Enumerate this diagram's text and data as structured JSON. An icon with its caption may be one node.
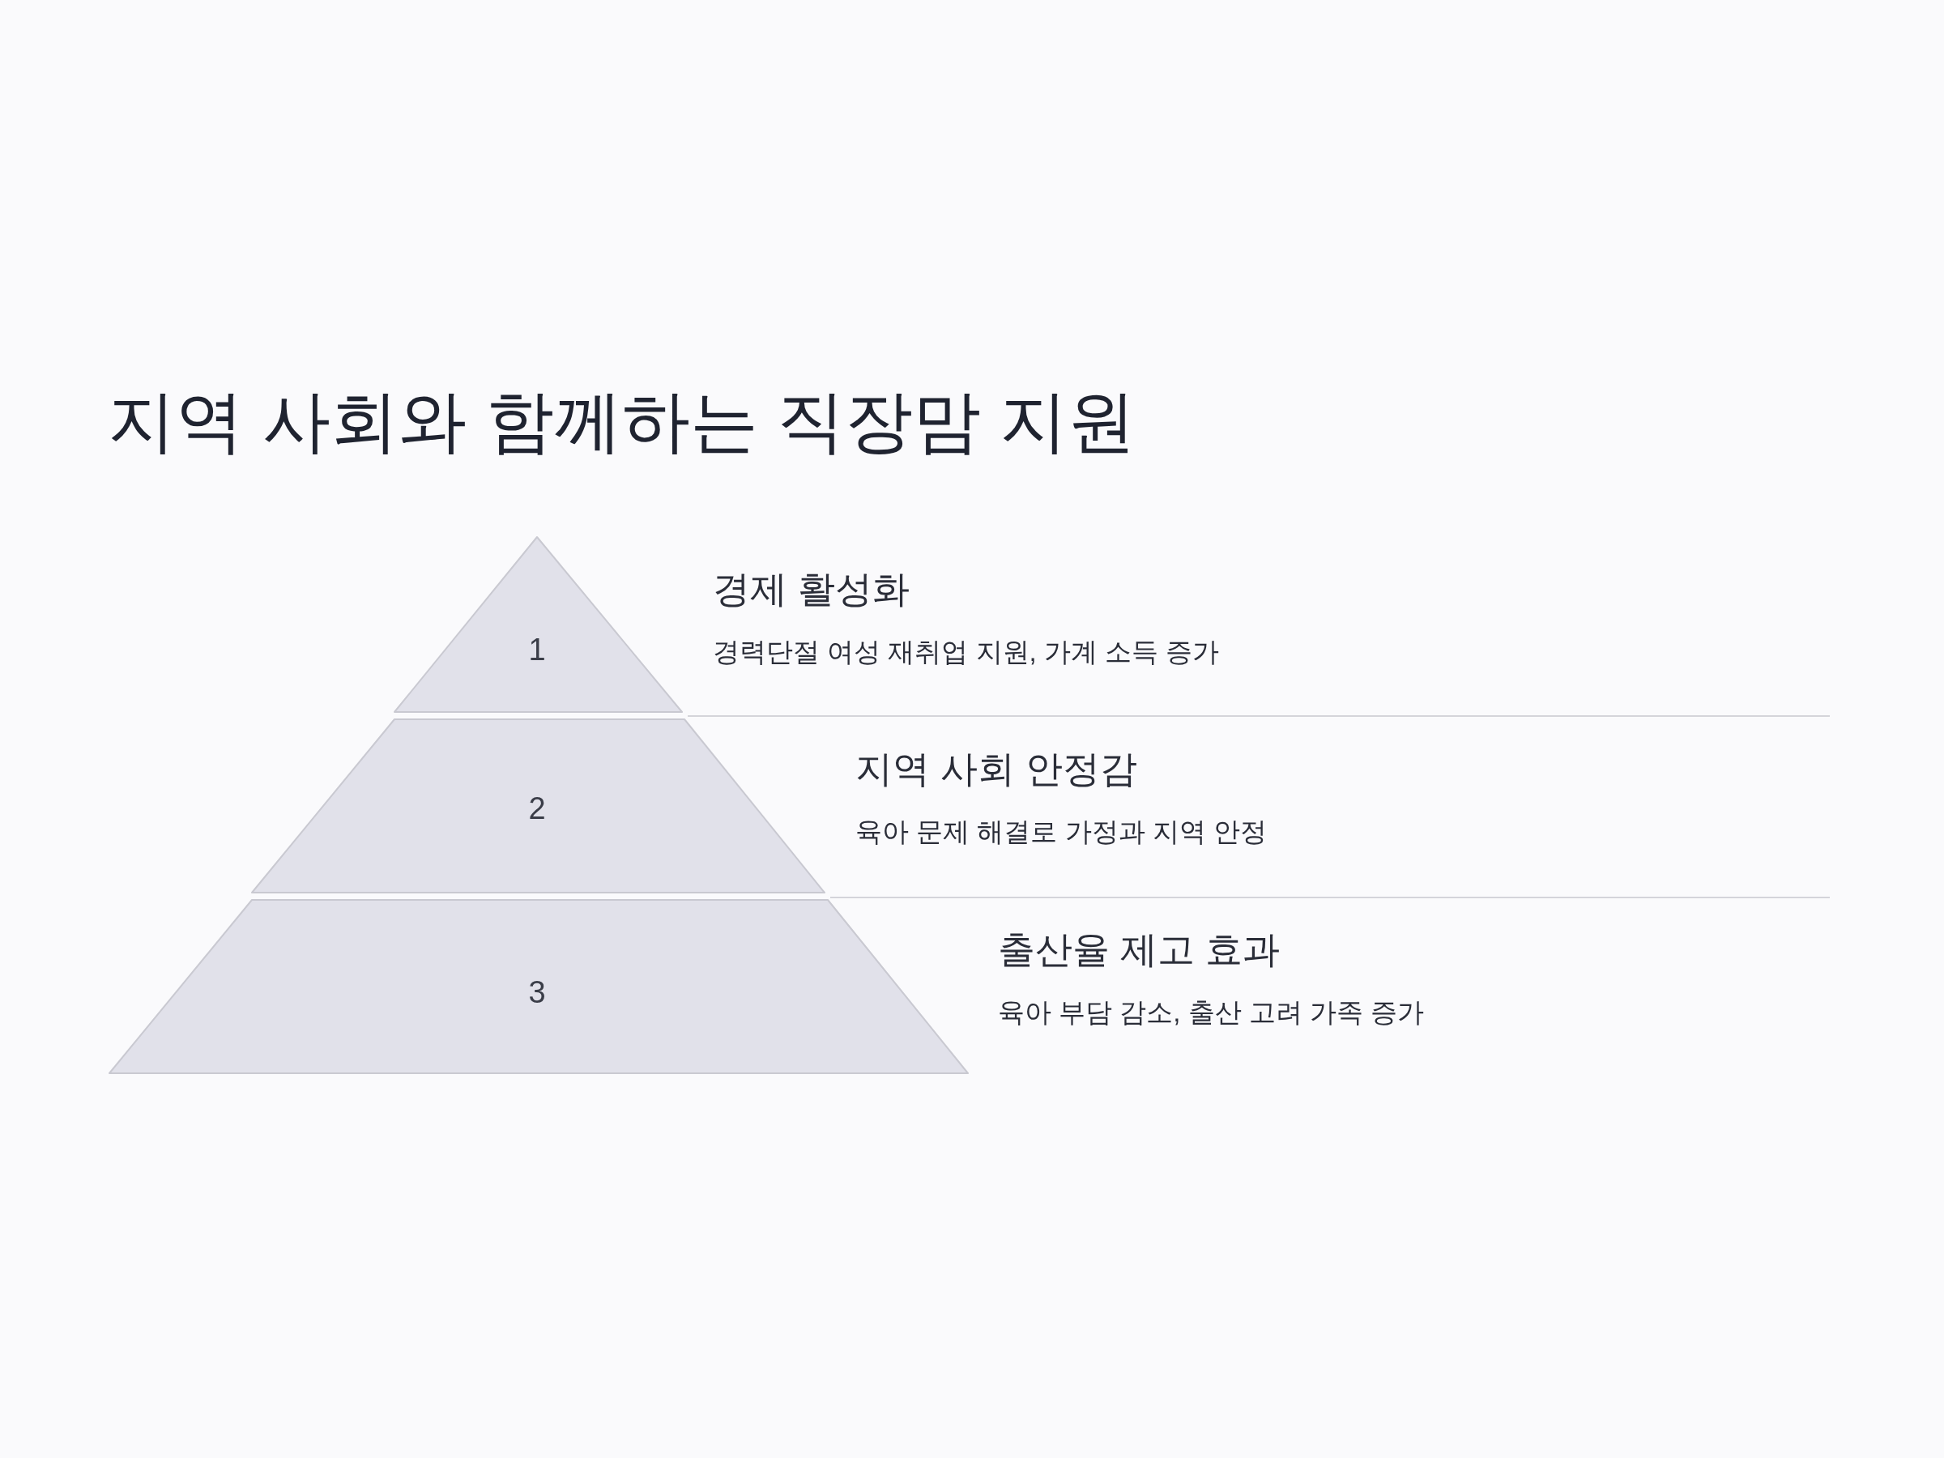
{
  "diagram": {
    "title": "지역 사회와 함께하는 직장맘 지원",
    "nodes": [
      {
        "text": [
          "1"
        ],
        "beside": [
          "경제 활성화",
          "경력단절 여성 재취업 지원, 가계 소득 증가"
        ]
      },
      {
        "text": [
          "2"
        ],
        "beside": [
          "지역 사회 안정감",
          "육아 문제 해결로 가정과 지역 안정"
        ]
      },
      {
        "text": [
          "3"
        ],
        "beside": [
          "출산율 제고 효과",
          "육아 부담 감소, 출산 고려 가족 증가"
        ]
      }
    ]
  }
}
